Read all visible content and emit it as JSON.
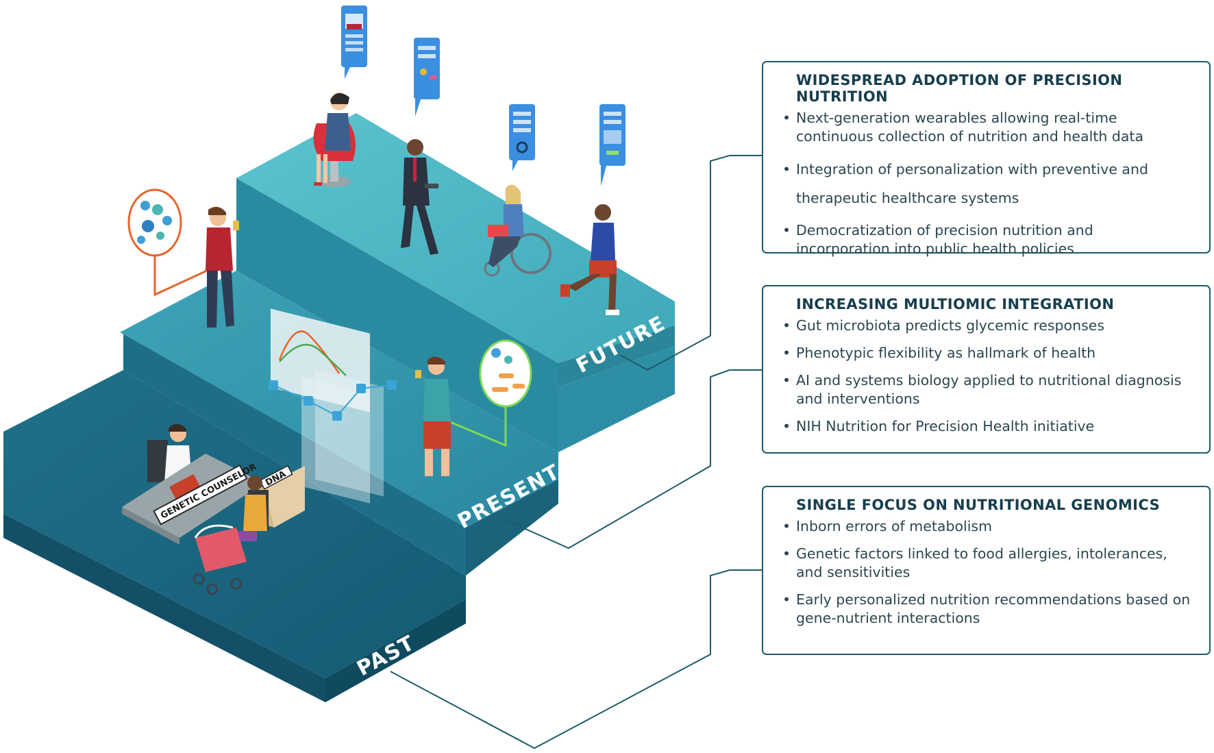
{
  "stages": {
    "future": "FUTURE",
    "present": "PRESENT",
    "past": "PAST"
  },
  "sign": {
    "counselor": "GENETIC COUNSELOR",
    "dna": "DNA"
  },
  "panels": {
    "future": {
      "title": "WIDESPREAD ADOPTION OF PRECISION NUTRITION",
      "items": [
        "Next-generation wearables allowing real-time continuous collection of nutrition and health data",
        "Integration of personalization with preventive and therapeutic healthcare systems",
        "Democratization of precision nutrition and incorporation into public health policies"
      ]
    },
    "present": {
      "title": "INCREASING MULTIOMIC INTEGRATION",
      "items": [
        "Gut microbiota predicts glycemic responses",
        "Phenotypic flexibility as hallmark of health",
        "AI and systems biology applied to nutritional diagnosis and interventions",
        "NIH Nutrition for Precision Health initiative"
      ]
    },
    "past": {
      "title": "SINGLE FOCUS ON NUTRITIONAL GENOMICS",
      "items": [
        "Inborn errors of metabolism",
        "Genetic factors linked to food allergies, intolerances, and sensitivities",
        "Early personalized nutrition recommendations based on gene-nutrient interactions"
      ]
    }
  },
  "colors": {
    "step_top_future": "#4fb6c3",
    "step_top_present": "#3a9db0",
    "step_top_past": "#1f6f86",
    "step_face_dark": "#155a70",
    "outline": "#1c5b6a",
    "accent_orange": "#e8632a",
    "accent_green": "#7ed957"
  }
}
